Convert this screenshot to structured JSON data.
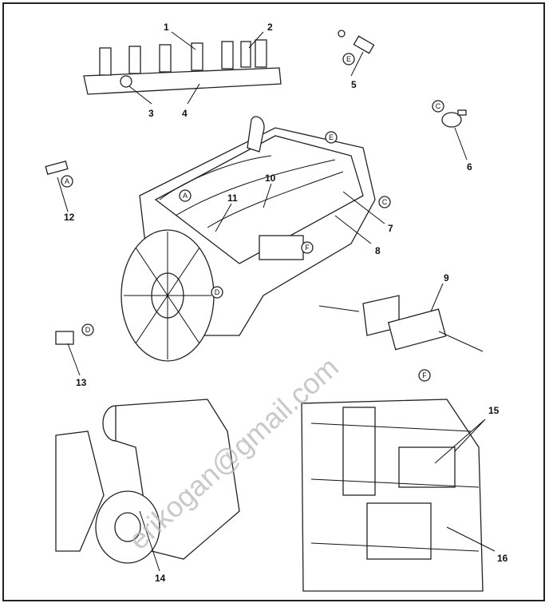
{
  "callouts": [
    "1",
    "2",
    "3",
    "4",
    "5",
    "6",
    "7",
    "8",
    "9",
    "10",
    "11",
    "12",
    "13",
    "14",
    "15",
    "16"
  ],
  "connector_letters": {
    "a": "A",
    "c": "C",
    "d": "D",
    "e": "E",
    "f": "F"
  },
  "watermark": "erikogan@gmail.com"
}
